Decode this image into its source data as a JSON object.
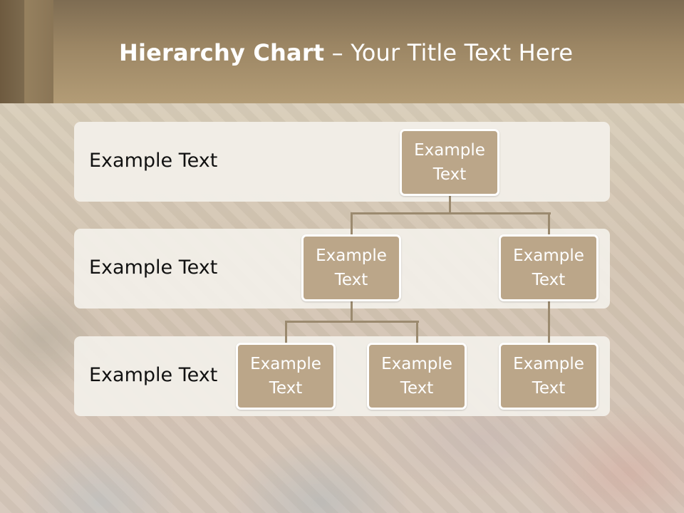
{
  "slide": {
    "title_bold": "Hierarchy Chart",
    "title_rest": " – Your Title Text Here"
  },
  "rows": [
    {
      "label": "Example Text"
    },
    {
      "label": "Example Text"
    },
    {
      "label": "Example Text"
    }
  ],
  "nodes": {
    "root": {
      "label": "Example Text"
    },
    "level2": [
      {
        "label": "Example Text"
      },
      {
        "label": "Example Text"
      }
    ],
    "level3": [
      {
        "label": "Example Text"
      },
      {
        "label": "Example Text"
      },
      {
        "label": "Example Text"
      }
    ]
  },
  "colors": {
    "node_fill": "#bba689",
    "node_border": "#ffffff",
    "connector": "#9b8a6f",
    "band_fill": "#f2efe9",
    "header": "#9c8664"
  }
}
